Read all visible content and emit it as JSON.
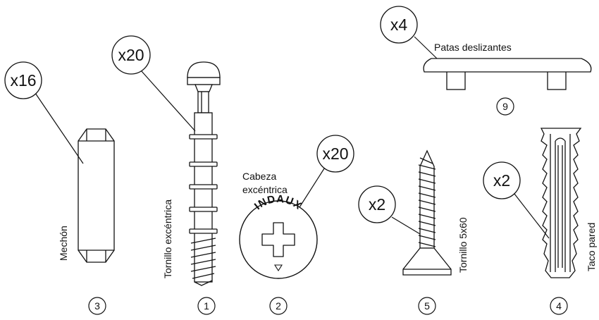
{
  "parts": {
    "mechon": {
      "qty": "x16",
      "label": "Mechón",
      "number": "3"
    },
    "tornillo_excentrico": {
      "qty": "x20",
      "label": "Tornillo excéntrica",
      "number": "1"
    },
    "cabeza_excentrica": {
      "qty": "x20",
      "label_line1": "Cabeza",
      "label_line2": "excéntrica",
      "brand": "INDAUX",
      "number": "2"
    },
    "tornillo_5x60": {
      "qty": "x2",
      "label": "Tornillo 5x60",
      "number": "5"
    },
    "patas_deslizantes": {
      "qty": "x4",
      "label": "Patas deslizantes",
      "number": "9"
    },
    "taco_pared": {
      "qty": "x2",
      "label": "Taco pared",
      "number": "4"
    }
  }
}
